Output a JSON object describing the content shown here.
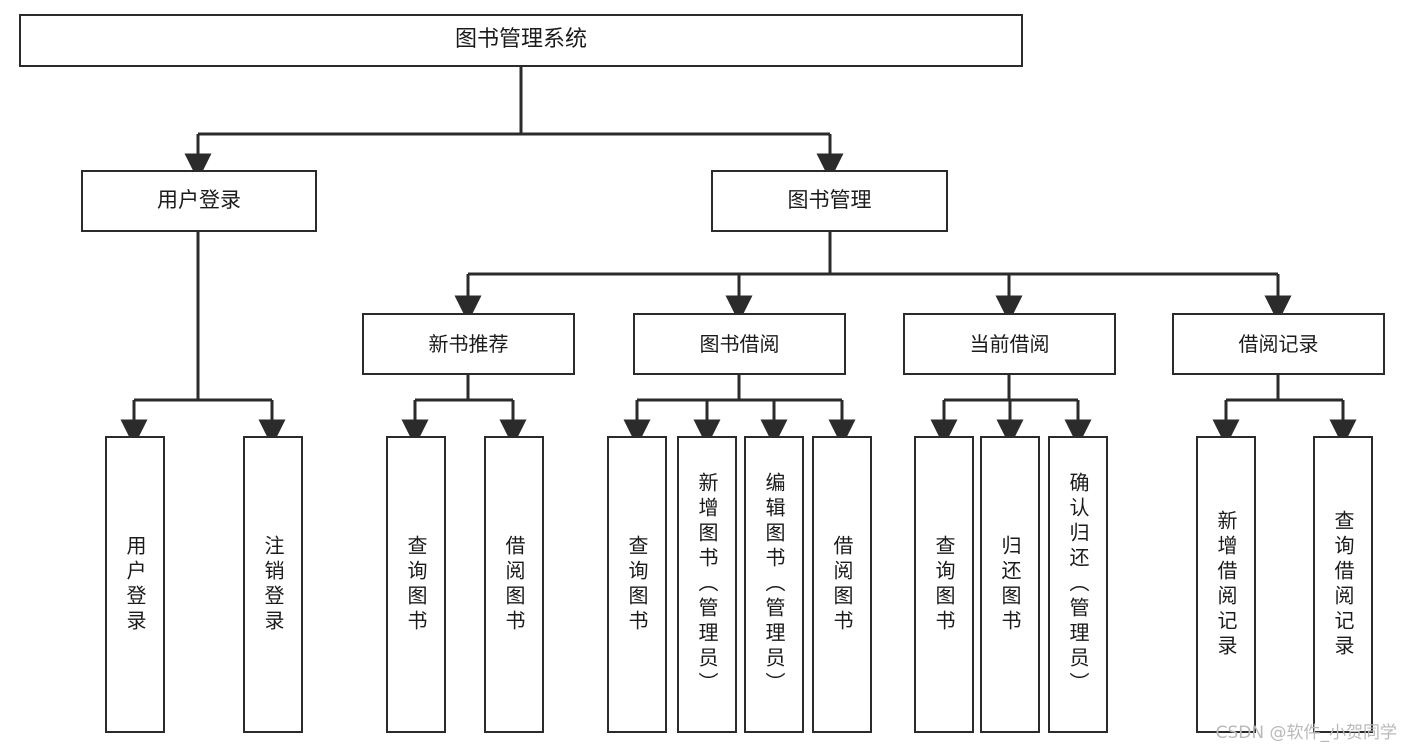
{
  "diagram": {
    "type": "tree",
    "title": "图书管理系统",
    "colors": {
      "box_border": "#2b2b2b",
      "box_fill": "#ffffff",
      "edge": "#2b2b2b",
      "text": "#1b1b1b",
      "watermark": "#b9b9b9"
    },
    "root": {
      "label": "图书管理系统"
    },
    "level1": [
      {
        "label": "用户登录"
      },
      {
        "label": "图书管理"
      }
    ],
    "level2": [
      {
        "label": "新书推荐"
      },
      {
        "label": "图书借阅"
      },
      {
        "label": "当前借阅"
      },
      {
        "label": "借阅记录"
      }
    ],
    "leaves": {
      "user_login": [
        {
          "label": "用户登录"
        },
        {
          "label": "注销登录"
        }
      ],
      "new_book": [
        {
          "label": "查询图书"
        },
        {
          "label": "借阅图书"
        }
      ],
      "borrow_book": [
        {
          "label": "查询图书"
        },
        {
          "label": "新增图书（管理员）"
        },
        {
          "label": "编辑图书（管理员）"
        },
        {
          "label": "借阅图书"
        }
      ],
      "current_borrow": [
        {
          "label": "查询图书"
        },
        {
          "label": "归还图书"
        },
        {
          "label": "确认归还（管理员）"
        }
      ],
      "borrow_record": [
        {
          "label": "新增借阅记录"
        },
        {
          "label": "查询借阅记录"
        }
      ]
    }
  },
  "watermark": {
    "text": "CSDN @软件_小贺同学"
  }
}
